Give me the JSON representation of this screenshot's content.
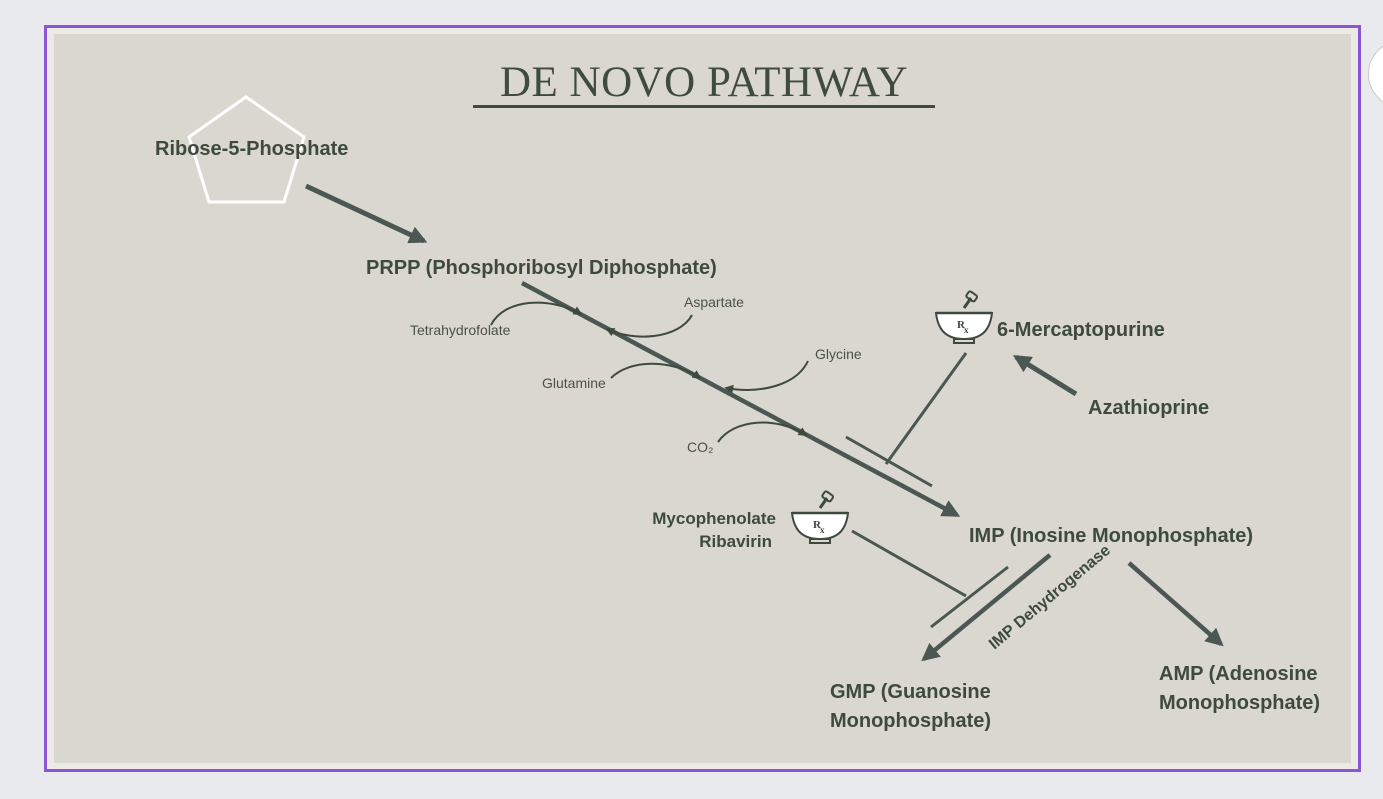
{
  "title": "DE NOVO PATHWAY",
  "nodes": {
    "ribose": "Ribose-5-Phosphate",
    "prpp": "PRPP (Phosphoribosyl Diphosphate)",
    "imp": "IMP (Inosine Monophosphate)",
    "gmp_line1": "GMP (Guanosine",
    "gmp_line2": "Monophosphate)",
    "amp_line1": "AMP (Adenosine",
    "amp_line2": "Monophosphate)"
  },
  "substrates": {
    "aspartate": "Aspartate",
    "tetrahydrofolate": "Tetrahydrofolate",
    "glycine": "Glycine",
    "glutamine": "Glutamine",
    "co2": "CO₂"
  },
  "drugs": {
    "mercaptopurine": "6-Mercaptopurine",
    "azathioprine": "Azathioprine",
    "mycophenolate": "Mycophenolate",
    "ribavirin": "Ribavirin"
  },
  "enzyme": "IMP Dehydrogenase",
  "colors": {
    "frame": "#8b56d6",
    "canvas": "#d9d7d0",
    "ink": "#3e4a3e",
    "arrow": "#4b5752"
  },
  "icons": [
    "pentagon-icon",
    "mortar-pestle-rx-icon"
  ]
}
